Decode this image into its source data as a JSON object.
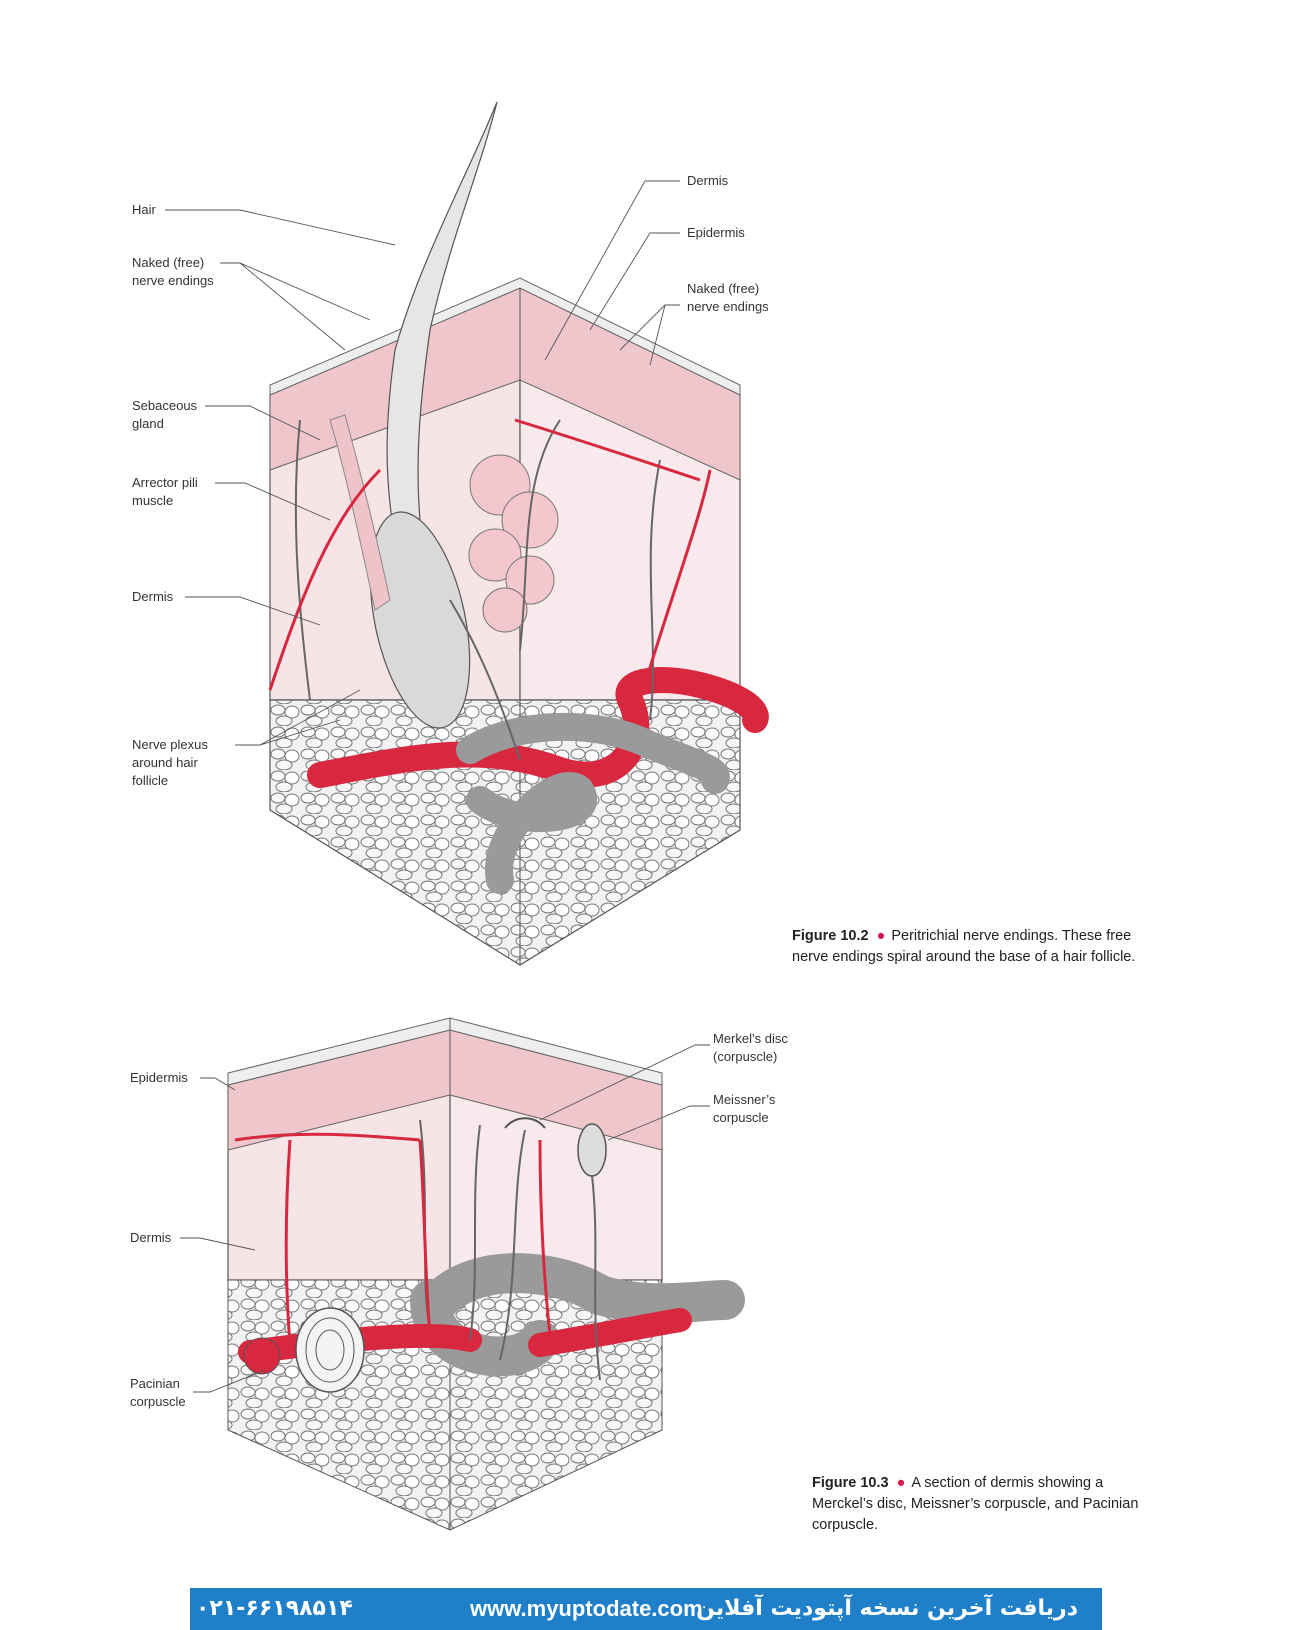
{
  "figure1": {
    "labels": {
      "hair": "Hair",
      "naked_free_left": "Naked (free)\nnerve endings",
      "sebaceous": "Sebaceous\ngland",
      "arrector": "Arrector pili\nmuscle",
      "dermis_left": "Dermis",
      "nerve_plexus": "Nerve plexus\naround hair\nfollicle",
      "dermis_right": "Dermis",
      "epidermis_right": "Epidermis",
      "naked_free_right": "Naked (free)\nnerve endings"
    },
    "caption": {
      "number": "Figure 10.2",
      "text": "Peritrichial nerve endings. These free nerve endings spiral around the base of a hair follicle."
    }
  },
  "figure2": {
    "labels": {
      "epidermis": "Epidermis",
      "dermis": "Dermis",
      "pacinian": "Pacinian\ncorpuscle",
      "merkel": "Merkel’s disc\n(corpuscle)",
      "meissner": "Meissner’s\ncorpuscle"
    },
    "caption": {
      "number": "Figure 10.3",
      "text": "A section of dermis showing a Merckel’s disc, Meissner’s corpuscle, and Pacinian corpuscle."
    }
  },
  "banner": {
    "phone": "۰۲۱-۶۶۱۹۸۵۱۴",
    "website": "www.myuptodate.com",
    "persian": "دریافت آخرین نسخه آپتودیت آفلاین"
  },
  "colors": {
    "vessel_red": "#d8283f",
    "vein_gray": "#9a9a9a",
    "dermis_pink": "#f6e4e6",
    "epidermis_pink": "#eec6cb",
    "banner_blue": "#1f7fc9",
    "bullet": "#d81b4c"
  }
}
